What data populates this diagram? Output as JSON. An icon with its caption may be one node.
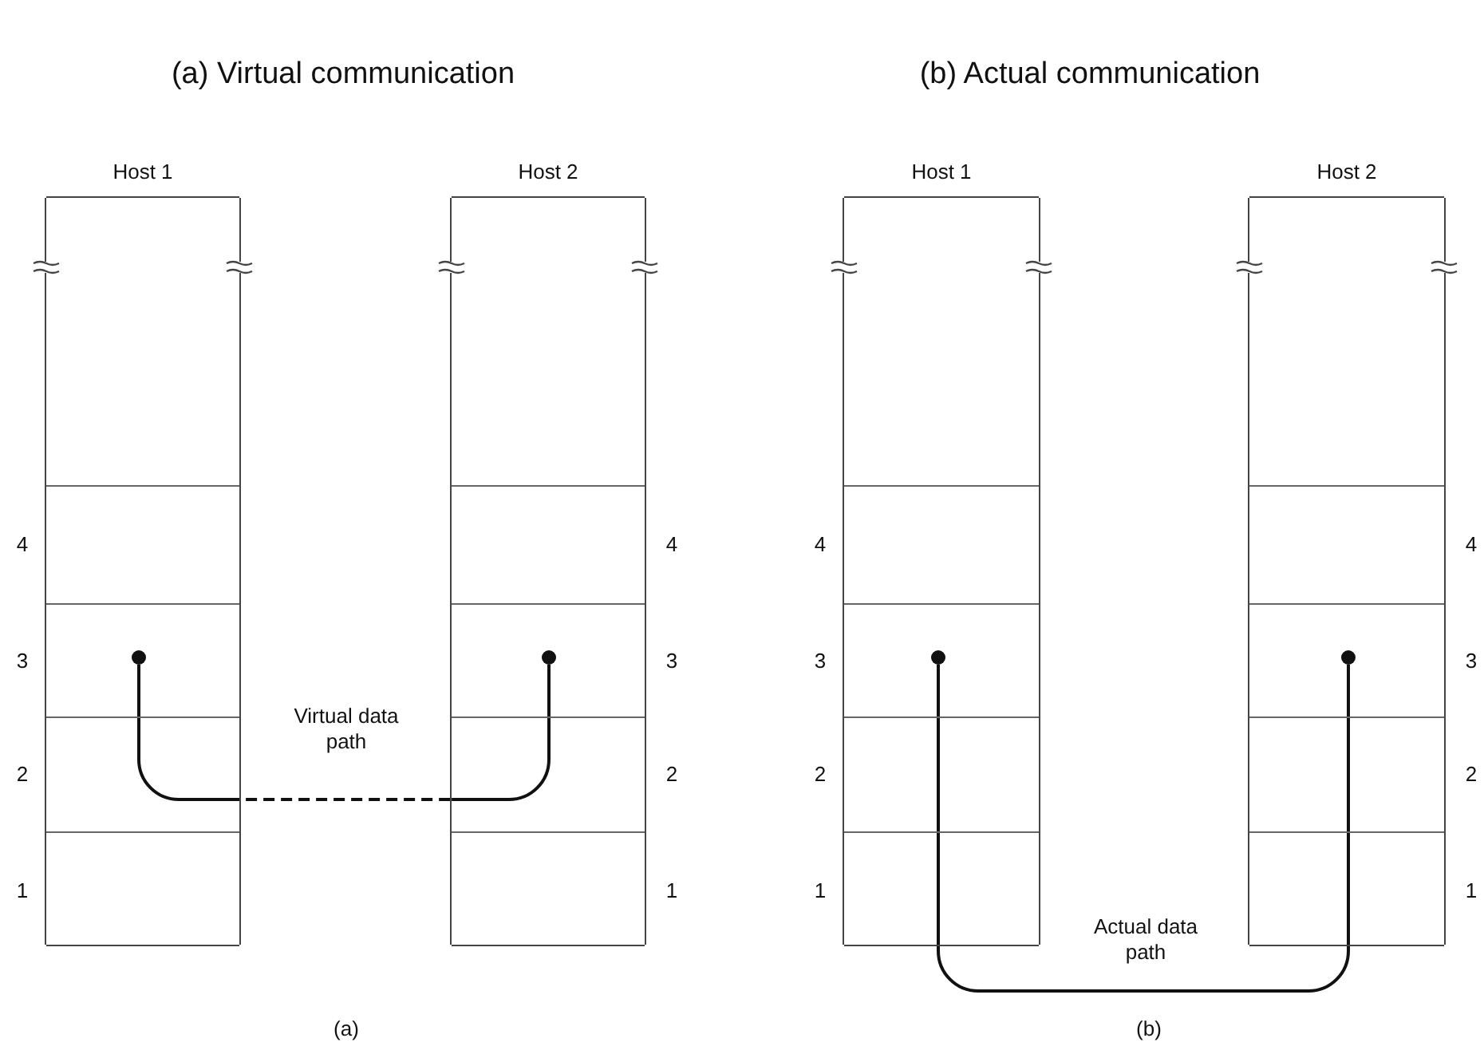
{
  "diagram": {
    "nodes": [
      {
        "text": [
          "Host 1"
        ],
        "beside": [
          "4",
          "3",
          "2",
          "1"
        ]
      },
      {
        "text": [],
        "shape": "circle",
        "in": 0
      },
      {
        "text": [
          "Host 2"
        ],
        "beside": [
          "4",
          "3",
          "2",
          "1"
        ]
      },
      {
        "text": [],
        "shape": "circle",
        "in": 2
      },
      {
        "text": [
          "Host 1"
        ],
        "beside": [
          "4",
          "3",
          "2",
          "1"
        ]
      },
      {
        "text": [],
        "shape": "circle",
        "in": 4
      },
      {
        "text": [
          "Host 2"
        ],
        "beside": [
          "4",
          "3",
          "2",
          "1"
        ]
      },
      {
        "text": [],
        "shape": "circle",
        "in": 6
      }
    ],
    "edges": [
      {
        "from": 1,
        "to": 3,
        "arrow": "none",
        "label": "Virtual data path",
        "style": "dashed"
      },
      {
        "from": 5,
        "to": 7,
        "arrow": "none",
        "label": "Actual data path"
      }
    ],
    "labels": [
      "(a) Virtual communication",
      "(b) Actual communication",
      "(a)",
      "(b)"
    ]
  }
}
